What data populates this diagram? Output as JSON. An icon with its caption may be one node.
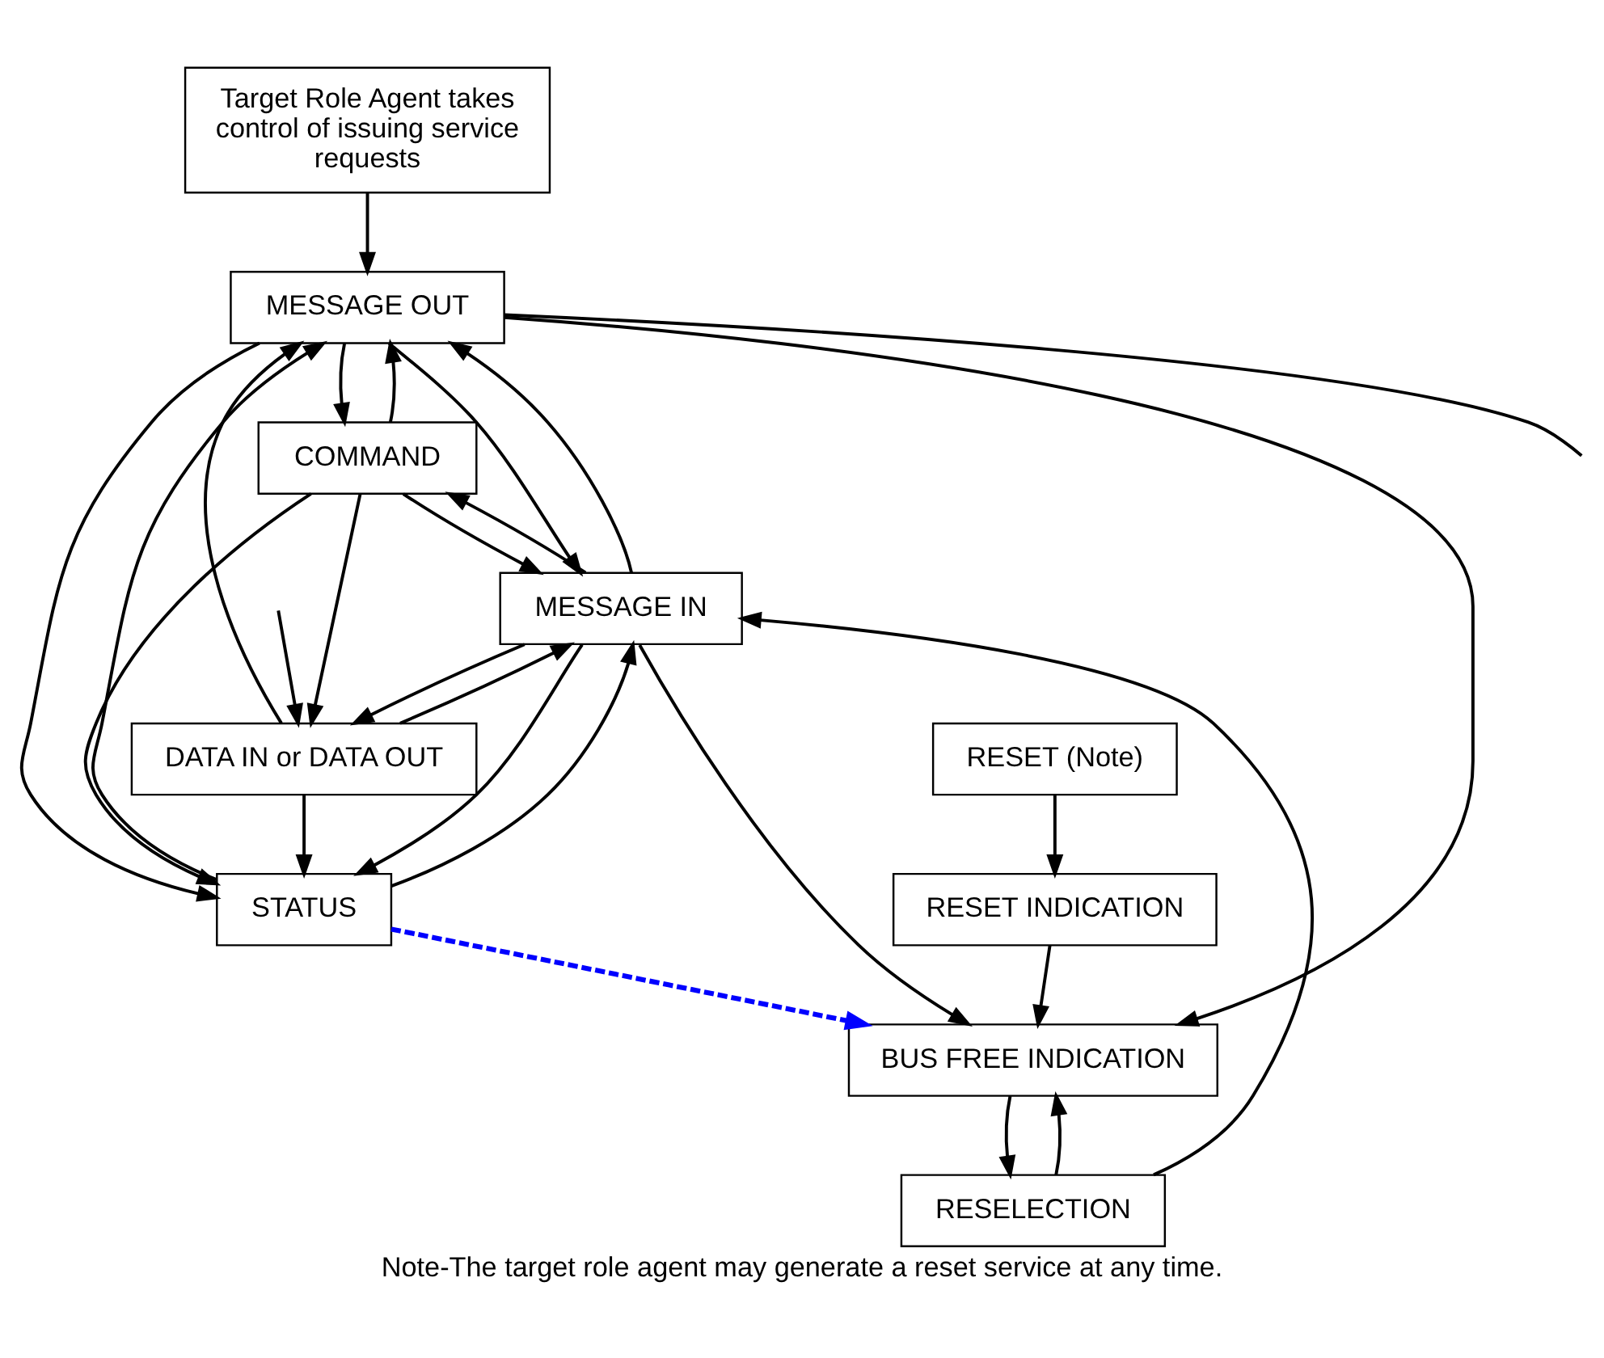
{
  "diagram": {
    "caption": "Note-The target role agent may generate a reset service at any time.",
    "nodes": [
      {
        "text": [
          "Target Role Agent takes control of issuing service requests"
        ]
      },
      {
        "text": [
          "RESET INDICATION"
        ]
      },
      {
        "text": [
          "RESET (Note)"
        ]
      },
      {
        "text": [
          "MESSAGE OUT"
        ]
      },
      {
        "text": [
          "COMMAND"
        ]
      },
      {
        "text": [
          "BUS FREE INDICATION"
        ]
      },
      {
        "text": [
          "DATA IN or DATA OUT"
        ]
      },
      {
        "text": [
          "RESELECTION"
        ]
      },
      {
        "text": [
          "STATUS"
        ]
      },
      {
        "text": [
          "MESSAGE IN"
        ]
      }
    ],
    "edges": [
      {
        "from": 0,
        "to": 3,
        "arrow": "to"
      },
      {
        "from": 2,
        "to": 1,
        "arrow": "to"
      },
      {
        "from": 1,
        "to": 5,
        "arrow": "to"
      },
      {
        "from": 3,
        "to": 5,
        "arrow": "to"
      },
      {
        "from": 5,
        "to": 7,
        "arrow": "to"
      },
      {
        "from": 7,
        "to": 5,
        "arrow": "to"
      },
      {
        "from": 9,
        "to": 5,
        "arrow": "to"
      },
      {
        "from": 7,
        "to": 9,
        "arrow": "to"
      },
      {
        "from": 8,
        "to": 5,
        "arrow": "to",
        "style": "dashed",
        "color": "#0000ff"
      },
      {
        "from": 3,
        "to": 4,
        "arrow": "to"
      },
      {
        "from": 4,
        "to": 3,
        "arrow": "to"
      },
      {
        "from": 4,
        "to": 6,
        "arrow": "to"
      },
      {
        "from": 6,
        "to": 8,
        "arrow": "to"
      },
      {
        "from": 8,
        "to": 9,
        "arrow": "to"
      },
      {
        "from": 9,
        "to": 8,
        "arrow": "to"
      },
      {
        "from": 9,
        "to": 3,
        "arrow": "to"
      },
      {
        "from": 8,
        "to": 3,
        "arrow": "to"
      },
      {
        "from": 6,
        "to": 3,
        "arrow": "to"
      },
      {
        "from": 9,
        "to": 4,
        "arrow": "to"
      },
      {
        "from": 9,
        "to": 6,
        "arrow": "to"
      },
      {
        "from": 3,
        "to": null,
        "arrow": "none"
      },
      {
        "from": 3,
        "to": 9,
        "arrow": "to"
      },
      {
        "from": 3,
        "to": 8,
        "arrow": "to"
      },
      {
        "from": 4,
        "to": 9,
        "arrow": "to"
      },
      {
        "from": 4,
        "to": 8,
        "arrow": "to"
      },
      {
        "from": null,
        "to": 6,
        "arrow": "to"
      },
      {
        "from": 6,
        "to": 9,
        "arrow": "to"
      }
    ]
  }
}
